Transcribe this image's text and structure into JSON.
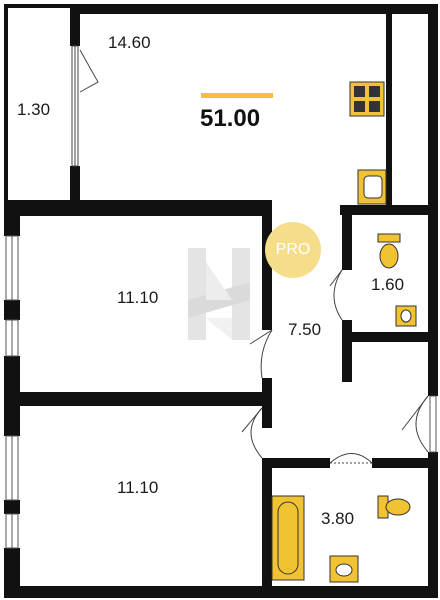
{
  "plan": {
    "total_area": "51.00",
    "rooms": {
      "kitchen": "14.60",
      "balcony": "1.30",
      "bedroom_1": "11.10",
      "bedroom_2": "11.10",
      "hallway": "7.50",
      "toilet": "1.60",
      "bathroom": "3.80"
    },
    "badge": "PRO"
  },
  "colors": {
    "wall": "#111111",
    "fixture": "#f1c232",
    "badge": "#f6dd8a",
    "watermark": "#d9d9d9"
  }
}
